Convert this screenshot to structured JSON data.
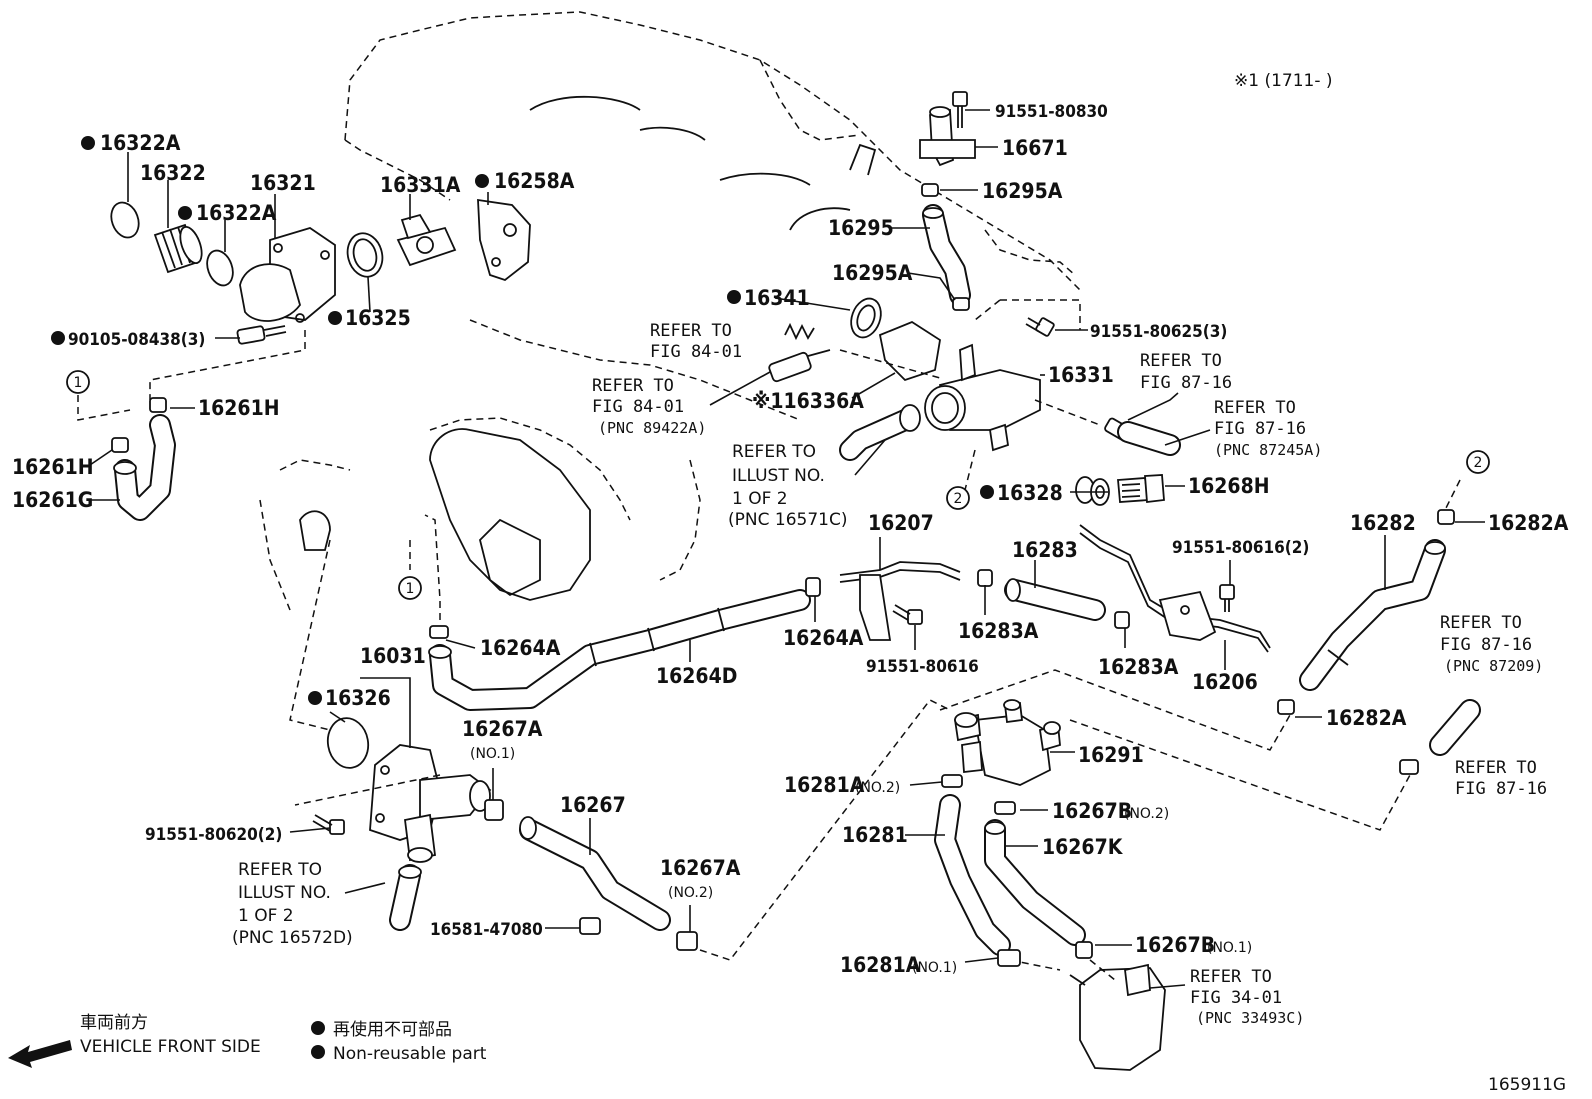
{
  "footer": {
    "direction_jp": "車両前方",
    "direction_en": "VEHICLE FRONT SIDE",
    "legend_jp": "再使用不可部品",
    "legend_en": "Non-reusable part",
    "figure_code": "165911G",
    "applicability": "※1 (1711-      )"
  },
  "parts": {
    "p16322A_top": "16322A",
    "p16322": "16322",
    "p16322A_mid": "16322A",
    "p16321": "16321",
    "p16331A": "16331A",
    "p16258A": "16258A",
    "p16325": "16325",
    "p90105": "90105-08438(3)",
    "p16261H_a": "16261H",
    "p16261H_b": "16261H",
    "p16261G": "16261G",
    "p16341": "16341",
    "p16336A": "※116336A",
    "p91551_80830": "91551-80830",
    "p16671": "16671",
    "p16295A_top": "16295A",
    "p16295": "16295",
    "p16295A_mid": "16295A",
    "p91551_80625": "91551-80625(3)",
    "p16331": "16331",
    "p16328": "16328",
    "p16268H": "16268H",
    "p16207": "16207",
    "p16283": "16283",
    "p16283A_a": "16283A",
    "p16283A_b": "16283A",
    "p91551_80616_2": "91551-80616(2)",
    "p16206": "16206",
    "p16282": "16282",
    "p16282A_top": "16282A",
    "p16282A_bot": "16282A",
    "p16264A_a": "16264A",
    "p16264A_b": "16264A",
    "p16264D": "16264D",
    "p91551_80616": "91551-80616",
    "p16031": "16031",
    "p16326": "16326",
    "p91551_80620": "91551-80620(2)",
    "p16267A_1": "16267A",
    "p16267A_1_no": "(NO.1)",
    "p16267": "16267",
    "p16267A_2": "16267A",
    "p16267A_2_no": "(NO.2)",
    "p16581": "16581-47080",
    "p16291": "16291",
    "p16281A_2": "16281A",
    "p16281A_2_no": "(NO.2)",
    "p16267B_2": "16267B",
    "p16267B_2_no": "(NO.2)",
    "p16281": "16281",
    "p16267K": "16267K",
    "p16281A_1": "16281A",
    "p16281A_1_no": "(NO.1)",
    "p16267B_1": "16267B",
    "p16267B_1_no": "(NO.1)"
  },
  "refs": {
    "r1": [
      "REFER TO",
      "FIG 84-01"
    ],
    "r2": [
      "REFER TO",
      "FIG 84-01",
      "(PNC 89422A)"
    ],
    "r3": [
      "REFER TO",
      "ILLUST NO.",
      "1 OF 2",
      "(PNC 16571C)"
    ],
    "r4": [
      "REFER TO",
      "FIG 87-16"
    ],
    "r5": [
      "REFER TO",
      "FIG 87-16",
      "(PNC 87245A)"
    ],
    "r6": [
      "REFER TO",
      "FIG 87-16",
      "(PNC 87209)"
    ],
    "r7": [
      "REFER TO",
      "FIG 87-16"
    ],
    "r8": [
      "REFER TO",
      "ILLUST NO.",
      "1 OF 2",
      "(PNC 16572D)"
    ],
    "r9": [
      "REFER TO",
      "FIG 34-01",
      "(PNC 33493C)"
    ]
  },
  "callouts": {
    "c1a": "1",
    "c1b": "1",
    "c2a": "2",
    "c2b": "2"
  }
}
